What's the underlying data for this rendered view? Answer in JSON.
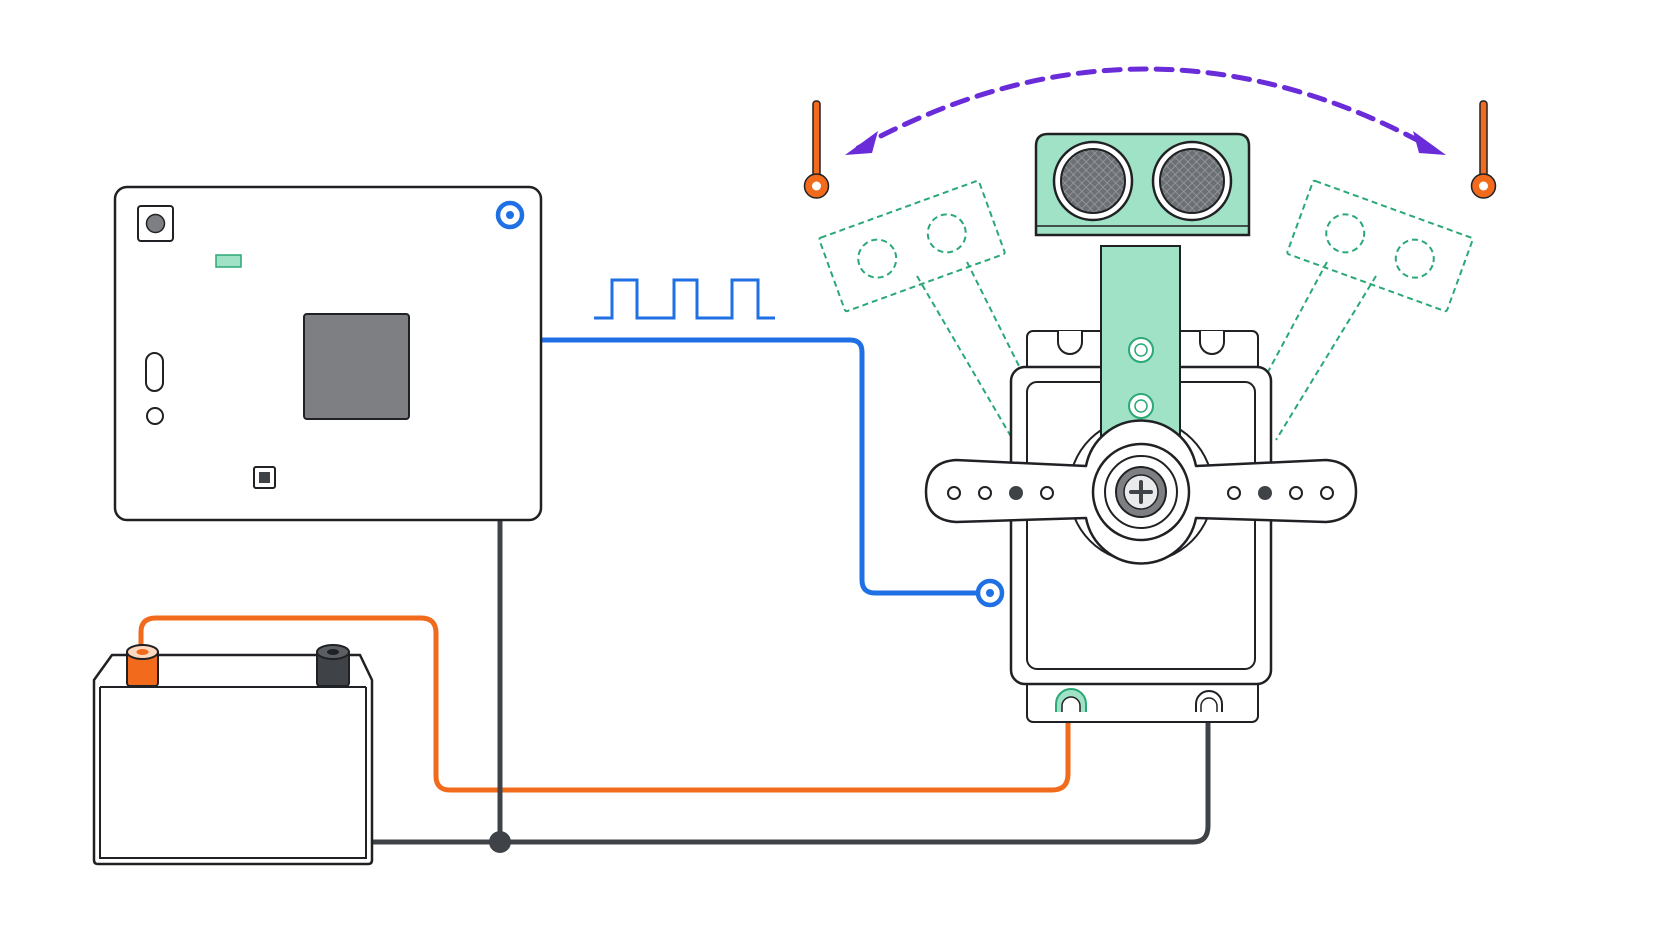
{
  "diagram": {
    "components": [
      {
        "id": "microcontroller",
        "label": ""
      },
      {
        "id": "battery",
        "label": ""
      },
      {
        "id": "servo-motor",
        "label": ""
      },
      {
        "id": "ultrasonic-sensor",
        "label": ""
      }
    ],
    "connections": [
      {
        "from": "microcontroller",
        "to": "servo-motor",
        "kind": "signal"
      },
      {
        "from": "battery",
        "to": "servo-motor",
        "kind": "power"
      },
      {
        "from": "battery",
        "to": "servo-motor",
        "kind": "ground"
      },
      {
        "from": "microcontroller",
        "to": "ground",
        "kind": "ground"
      }
    ],
    "sweep": {
      "direction": "both",
      "style": "dashed"
    },
    "signal_waveform": {
      "type": "pwm",
      "pulses": 3
    }
  },
  "colors": {
    "signal": "#1f6fe5",
    "power": "#f26a1b",
    "ground": "#3f4348",
    "sweep": "#6a2bd9",
    "accent": "#9fe2c5",
    "accent_dark": "#2aa876",
    "chip": "#7d7f83",
    "outline": "#202124"
  }
}
